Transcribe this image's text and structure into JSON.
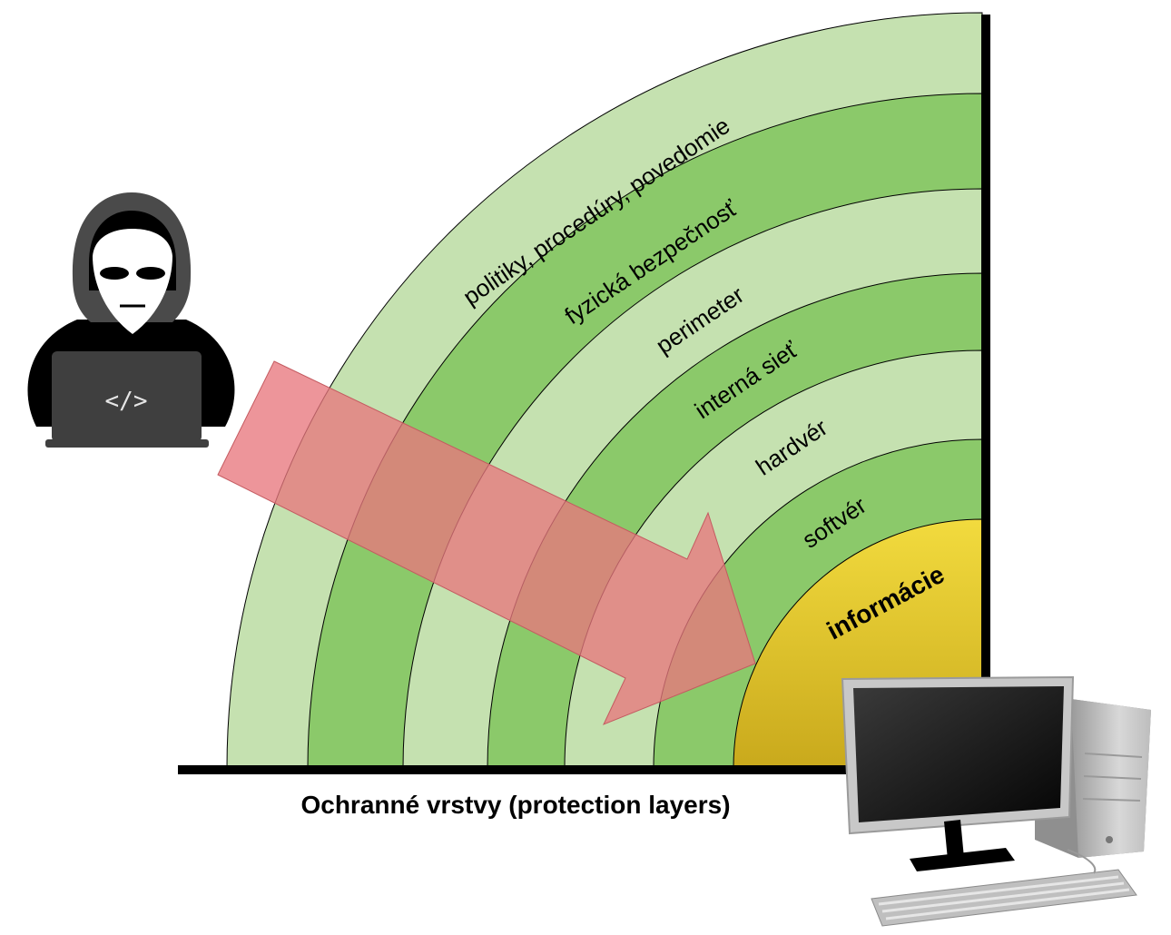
{
  "caption": "Ochranné vrstvy (protection layers)",
  "layers": [
    {
      "label": "politiky, procedúry, povedomie",
      "color": "#c5e1b0"
    },
    {
      "label": "fyzická bezpečnosť",
      "color": "#8bc96a"
    },
    {
      "label": "perimeter",
      "color": "#c5e1b0"
    },
    {
      "label": "interná sieť",
      "color": "#8bc96a"
    },
    {
      "label": "hardvér",
      "color": "#c5e1b0"
    },
    {
      "label": "softvér",
      "color": "#8bc96a"
    }
  ],
  "core": {
    "label": "informácie",
    "color_top": "#f2db3e",
    "color_bottom": "#c9a91c"
  },
  "attacker": {
    "icon": "hacker-icon",
    "laptop_glyph": "</>"
  },
  "target": {
    "icon": "desktop-computer-icon"
  },
  "arrow": {
    "icon": "attack-arrow",
    "color": "#e8777d"
  }
}
